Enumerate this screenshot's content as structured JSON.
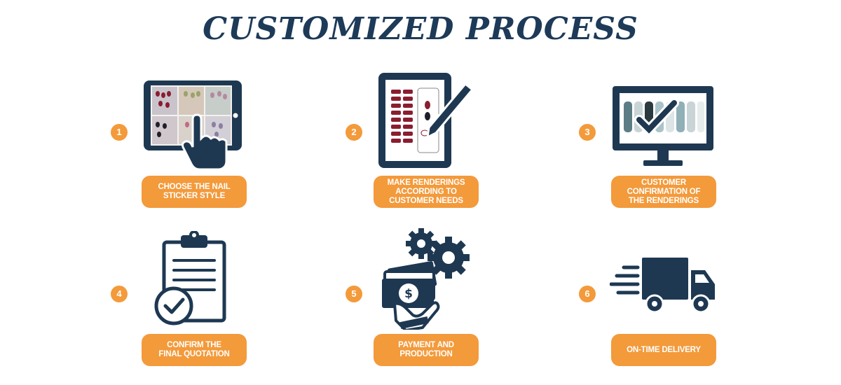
{
  "title": "CUSTOMIZED PROCESS",
  "colors": {
    "accent": "#f39a3b",
    "navy": "#1d3a58",
    "icon": "#1e3852"
  },
  "steps": [
    {
      "number": "1",
      "label": "CHOOSE THE NAIL\nSTICKER STYLE",
      "icon": "tablet-tap-icon"
    },
    {
      "number": "2",
      "label": "MAKE RENDERINGS\nACCORDING TO\nCUSTOMER NEEDS",
      "icon": "tablet-pen-icon"
    },
    {
      "number": "3",
      "label": "CUSTOMER\nCONFIRMATION OF\nTHE RENDERINGS",
      "icon": "monitor-check-icon"
    },
    {
      "number": "4",
      "label": "CONFIRM THE\nFINAL QUOTATION",
      "icon": "clipboard-check-icon"
    },
    {
      "number": "5",
      "label": "PAYMENT AND\nPRODUCTION",
      "icon": "payment-gears-icon"
    },
    {
      "number": "6",
      "label": "ON-TIME DELIVERY",
      "icon": "delivery-truck-icon"
    }
  ]
}
